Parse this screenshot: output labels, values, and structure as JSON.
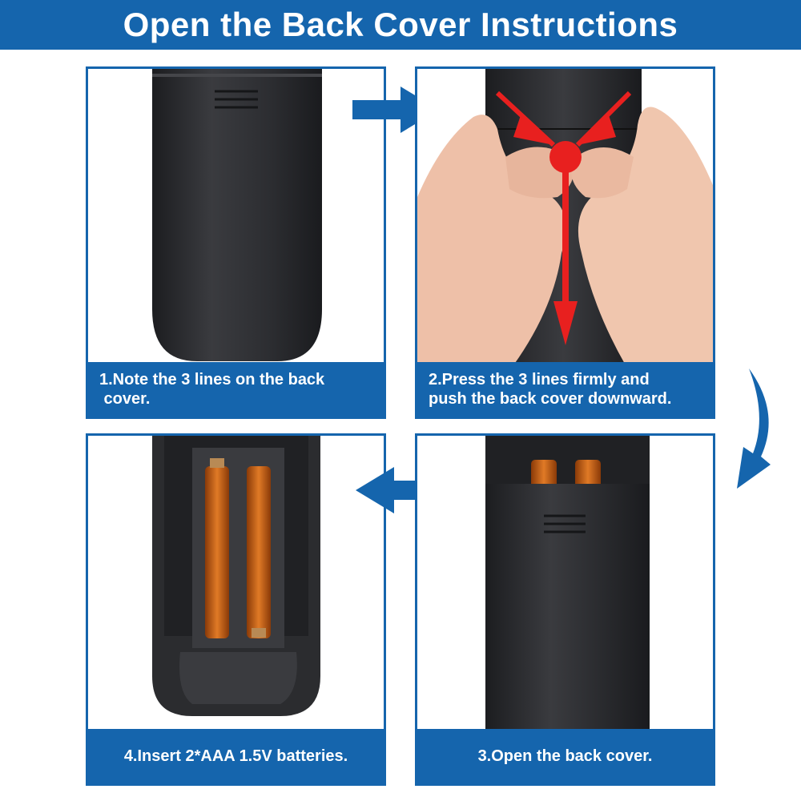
{
  "title": "Open the Back Cover Instructions",
  "steps": [
    {
      "line1": "1.Note the 3 lines on the back",
      "line2": " cover."
    },
    {
      "line1": "2.Press the 3 lines firmly and",
      "line2": "push the back cover downward."
    },
    {
      "text": "3.Open the back cover."
    },
    {
      "text": "4.Insert 2*AAA 1.5V batteries."
    }
  ],
  "colors": {
    "brand_blue": "#1565ad",
    "remote_black": "#2b2c2f",
    "battery_orange": "#d06a1c",
    "red_indicator": "#e8201f"
  },
  "icons": [
    "arrow-right-icon",
    "curved-arrow-down-icon",
    "arrow-left-icon",
    "press-indicator-icon"
  ]
}
